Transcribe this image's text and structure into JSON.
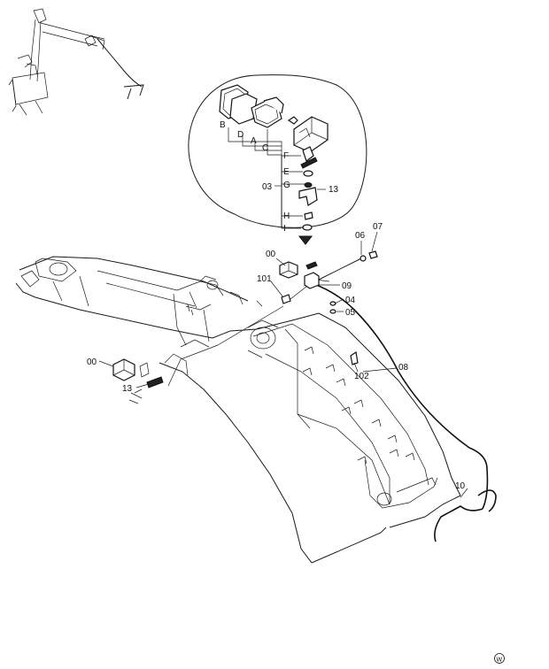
{
  "inset_labels": {
    "B": "B",
    "D": "D",
    "A": "A",
    "C": "C",
    "F": "F",
    "E": "E",
    "G": "G",
    "H": "H",
    "I": "I",
    "03": "03",
    "13": "13"
  },
  "callouts": {
    "p00_top": "00",
    "p00_left": "00",
    "p04": "04",
    "p05": "05",
    "p06": "06",
    "p07": "07",
    "p08": "08",
    "p09": "09",
    "p10": "10",
    "p13": "13",
    "p101": "101",
    "p102": "102"
  },
  "watermark": "W"
}
